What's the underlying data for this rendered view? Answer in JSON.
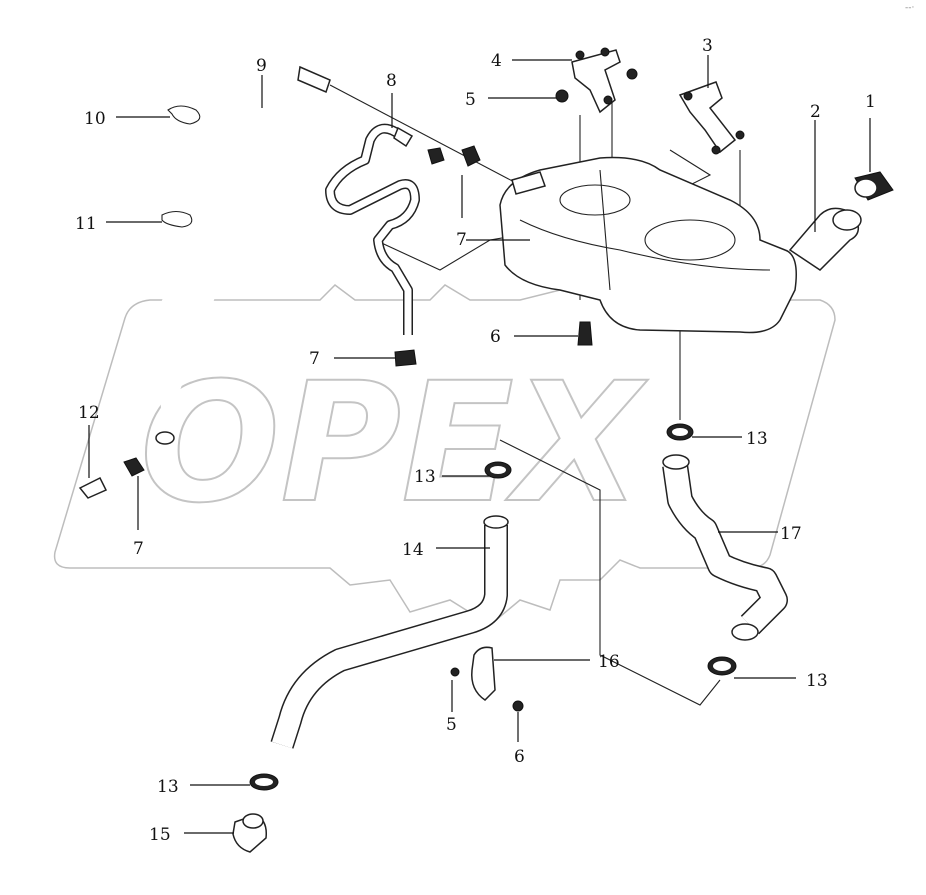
{
  "watermark": {
    "text": "OPEX"
  },
  "corner_mark": "--·",
  "callouts": [
    {
      "id": "c1",
      "label": "1"
    },
    {
      "id": "c2",
      "label": "2"
    },
    {
      "id": "c3",
      "label": "3"
    },
    {
      "id": "c4",
      "label": "4"
    },
    {
      "id": "c5a",
      "label": "5"
    },
    {
      "id": "c5b",
      "label": "5"
    },
    {
      "id": "c6a",
      "label": "6"
    },
    {
      "id": "c6b",
      "label": "6"
    },
    {
      "id": "c7a",
      "label": "7"
    },
    {
      "id": "c7b",
      "label": "7"
    },
    {
      "id": "c7c",
      "label": "7"
    },
    {
      "id": "c8",
      "label": "8"
    },
    {
      "id": "c9",
      "label": "9"
    },
    {
      "id": "c10",
      "label": "10"
    },
    {
      "id": "c11",
      "label": "11"
    },
    {
      "id": "c12",
      "label": "12"
    },
    {
      "id": "c13a",
      "label": "13"
    },
    {
      "id": "c13b",
      "label": "13"
    },
    {
      "id": "c13c",
      "label": "13"
    },
    {
      "id": "c13d",
      "label": "13"
    },
    {
      "id": "c14",
      "label": "14"
    },
    {
      "id": "c15",
      "label": "15"
    },
    {
      "id": "c16",
      "label": "16"
    },
    {
      "id": "c17",
      "label": "17"
    }
  ]
}
